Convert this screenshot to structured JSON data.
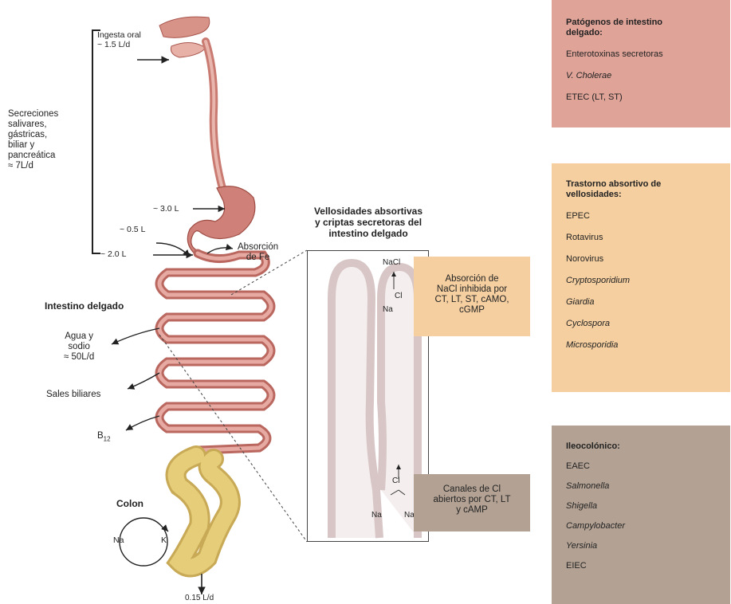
{
  "left_labels": {
    "oral_intake": [
      "Ingesta oral",
      "~ 1.5 L/d"
    ],
    "secretions": [
      "Secreciones",
      "salivares,",
      "gástricas,",
      "biliar y",
      "pancreática",
      "≈ 7L/d"
    ],
    "gastric_volume": "~ 3.0 L",
    "half_liter": "~ 0.5 L",
    "two_liter": "~ 2.0 L",
    "iron_absorption": [
      "Absorción",
      "de Fe"
    ],
    "small_intestine": "Intestino delgado",
    "water_sodium": [
      "Agua y",
      "sodio",
      "≈ 50L/d"
    ],
    "bile_salts": "Sales biliares",
    "b12": "B",
    "b12_sub": "12",
    "colon": "Colon",
    "colon_na": "Na",
    "colon_k": "K",
    "outflow": "0.15 L/d"
  },
  "villi": {
    "title": [
      "Vellosidades absortivas",
      "y criptas secretoras del",
      "intestino delgado"
    ],
    "top_nacl": "NaCl",
    "top_cl": "Cl",
    "top_na": "Na",
    "bottom_cl": "Cl",
    "bottom_na": "Na",
    "bottom_nacl": "NaCl",
    "callout_absorption": [
      "Absorción de",
      "NaCl inhibida por",
      "CT, LT, ST, cAMO,",
      "cGMP"
    ],
    "callout_channels": [
      "Canales de Cl",
      "abiertos por CT, LT",
      "y cAMP"
    ]
  },
  "panels": {
    "small_intestine": {
      "title": [
        "Patógenos de intestino",
        "delgado:"
      ],
      "items": [
        {
          "text": "Enterotoxinas secretoras",
          "italic": false
        },
        {
          "text": "V. Cholerae",
          "italic": true
        },
        {
          "text": "ETEC (LT, ST)",
          "italic": false
        }
      ]
    },
    "villous": {
      "title": [
        "Trastorno absortivo de",
        "vellosidades:"
      ],
      "items": [
        {
          "text": "EPEC",
          "italic": false
        },
        {
          "text": "Rotavirus",
          "italic": false
        },
        {
          "text": "Norovirus",
          "italic": false
        },
        {
          "text": "Cryptosporidium",
          "italic": true
        },
        {
          "text": "Giardia",
          "italic": true
        },
        {
          "text": "Cyclospora",
          "italic": true
        },
        {
          "text": "Microsporidia",
          "italic": true
        }
      ]
    },
    "ileocolonic": {
      "title": [
        "Ileocolónico:"
      ],
      "items": [
        {
          "text": "EAEC",
          "italic": false
        },
        {
          "text": "Salmonella",
          "italic": true
        },
        {
          "text": "Shigella",
          "italic": true
        },
        {
          "text": "Campylobacter",
          "italic": true
        },
        {
          "text": "Yersinia",
          "italic": true
        },
        {
          "text": "EIEC",
          "italic": false
        }
      ]
    }
  },
  "colors": {
    "panel_small": "#dfa398",
    "panel_villi": "#f5cfa0",
    "panel_ileo": "#b3a294",
    "gut": "#c97b72",
    "colon": "#e6cd7a"
  }
}
